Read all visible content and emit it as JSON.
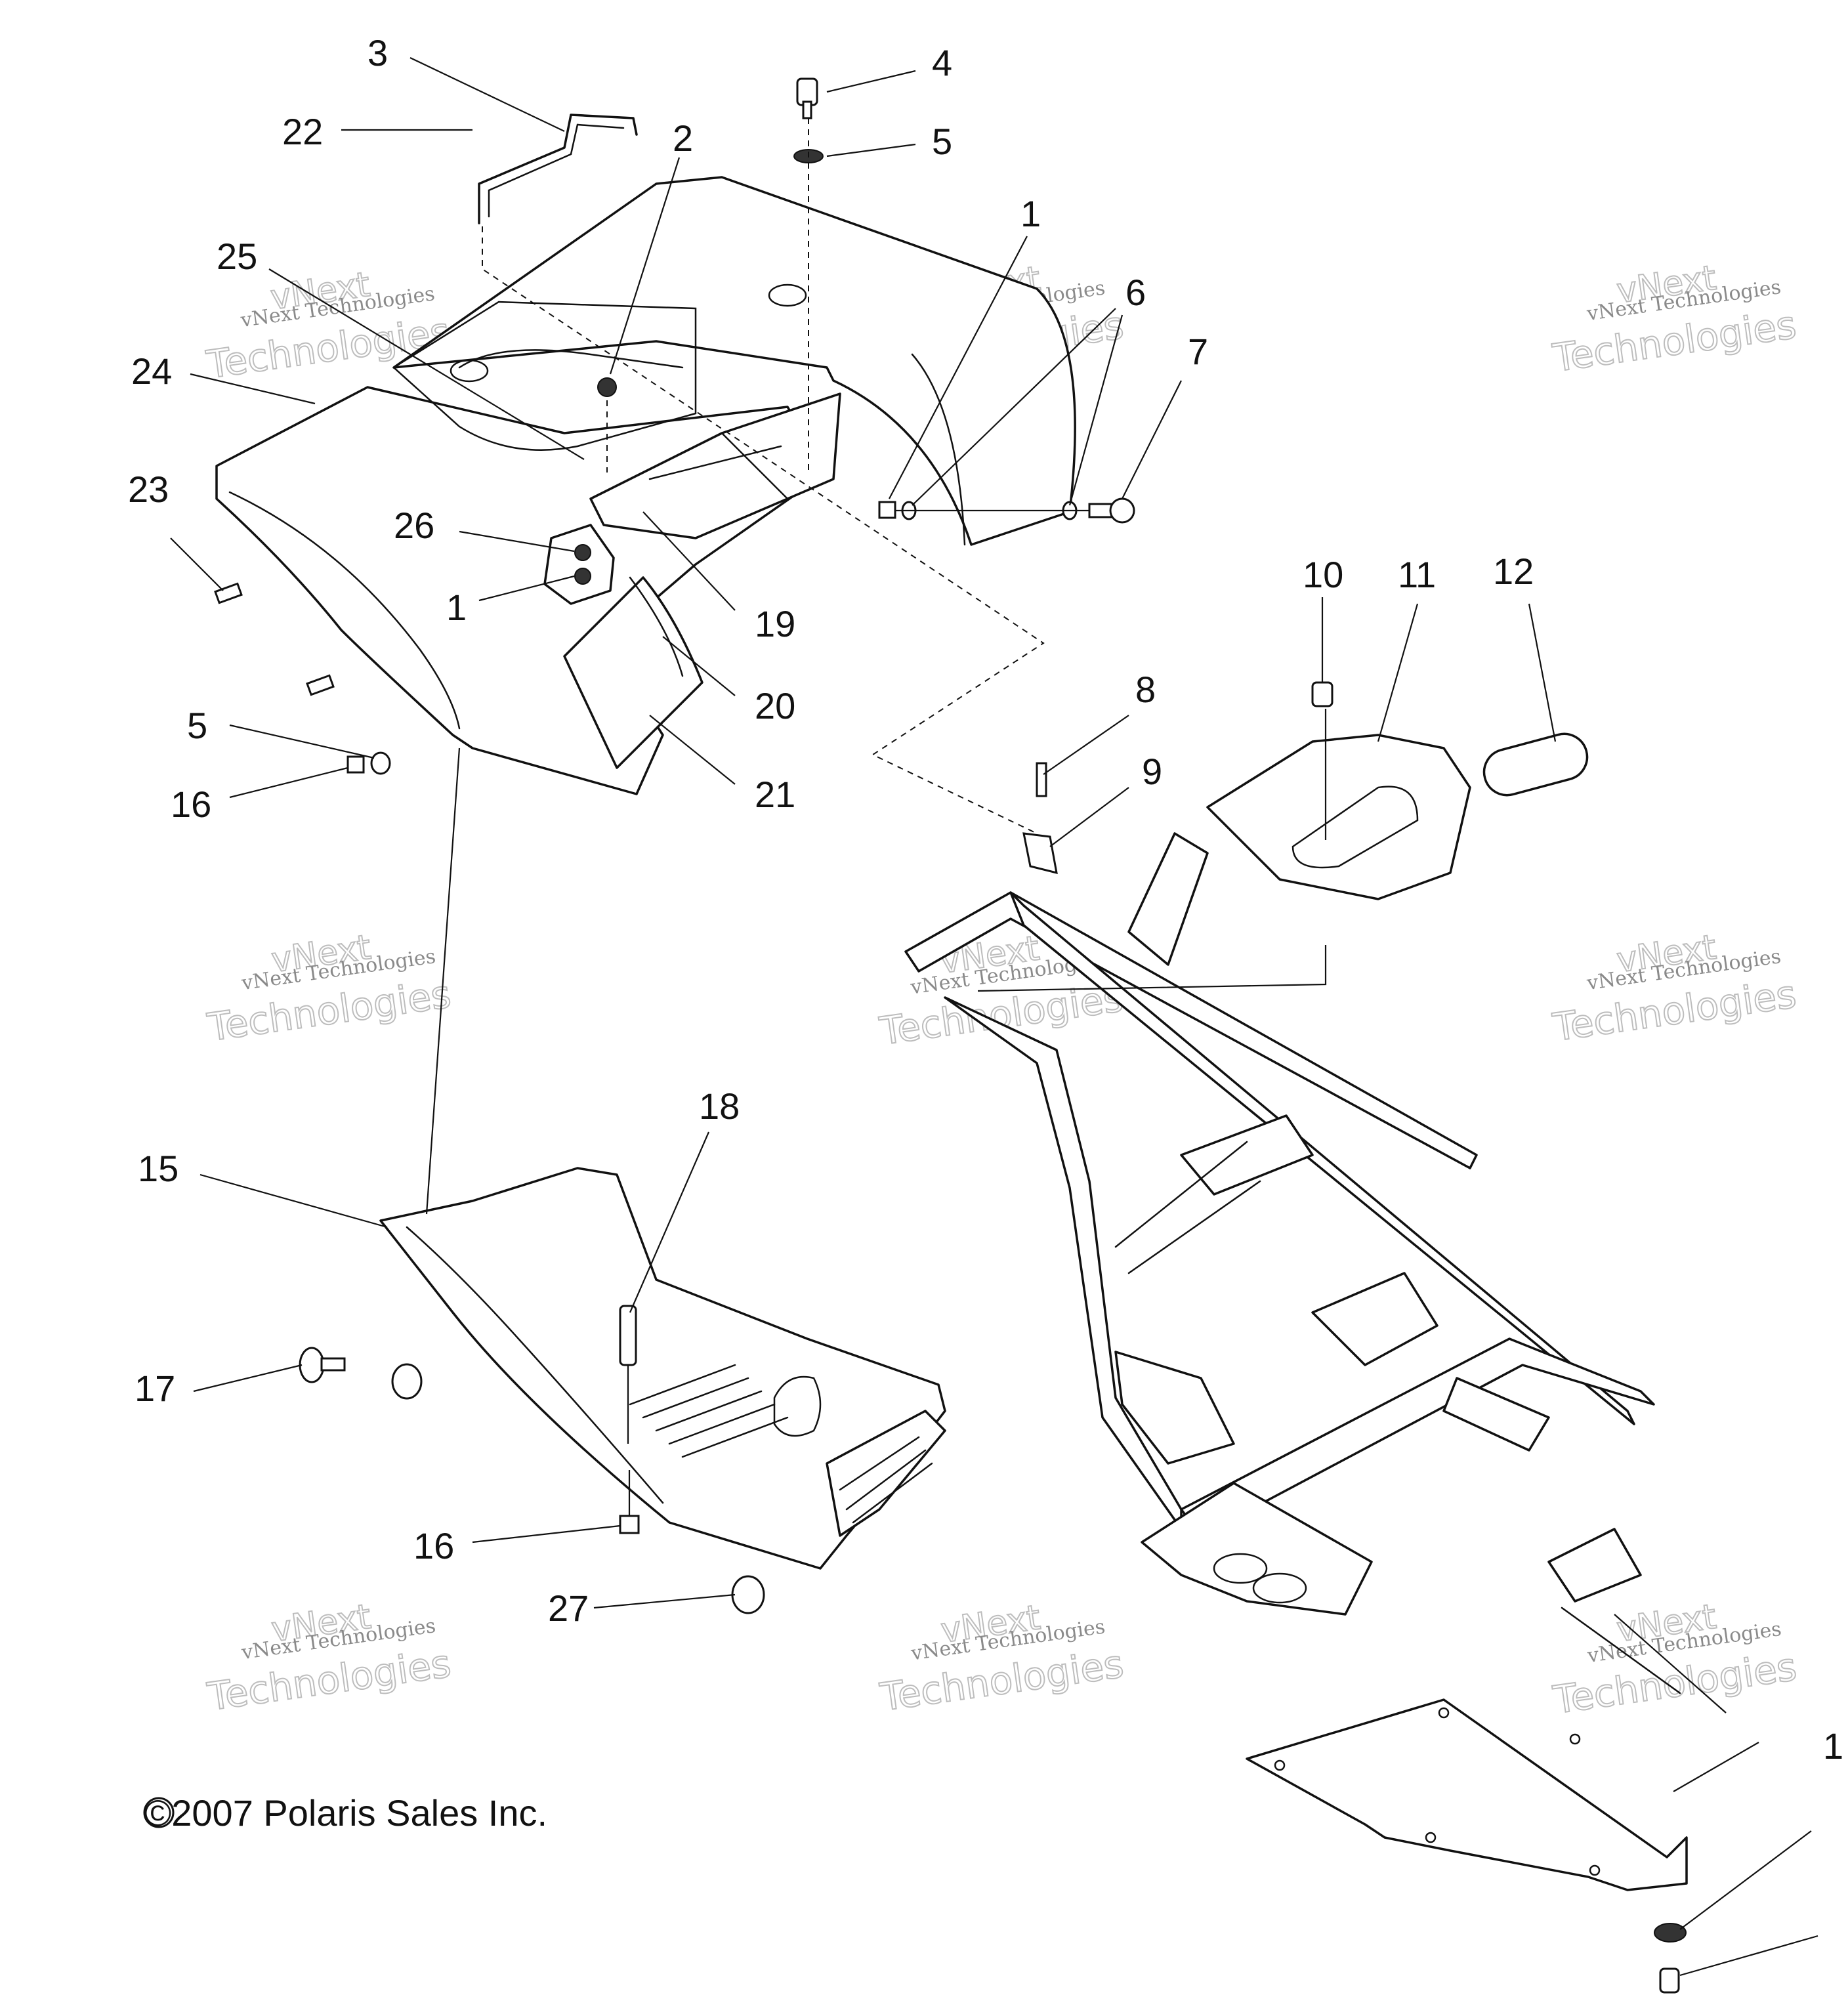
{
  "diagram": {
    "copyright": "©2007 Polaris Sales Inc.",
    "watermark": {
      "small": "vNext Technologies",
      "large": "Technologies",
      "short": "vNext"
    },
    "callouts": [
      {
        "id": "c3",
        "label": "3"
      },
      {
        "id": "c22",
        "label": "22"
      },
      {
        "id": "c2",
        "label": "2"
      },
      {
        "id": "c4",
        "label": "4"
      },
      {
        "id": "c5a",
        "label": "5"
      },
      {
        "id": "c1a",
        "label": "1"
      },
      {
        "id": "c6",
        "label": "6"
      },
      {
        "id": "c7",
        "label": "7"
      },
      {
        "id": "c25",
        "label": "25"
      },
      {
        "id": "c24",
        "label": "24"
      },
      {
        "id": "c23",
        "label": "23"
      },
      {
        "id": "c26",
        "label": "26"
      },
      {
        "id": "c1b",
        "label": "1"
      },
      {
        "id": "c19",
        "label": "19"
      },
      {
        "id": "c20",
        "label": "20"
      },
      {
        "id": "c5b",
        "label": "5"
      },
      {
        "id": "c16a",
        "label": "16"
      },
      {
        "id": "c21",
        "label": "21"
      },
      {
        "id": "c10",
        "label": "10"
      },
      {
        "id": "c11",
        "label": "11"
      },
      {
        "id": "c12",
        "label": "12"
      },
      {
        "id": "c8",
        "label": "8"
      },
      {
        "id": "c9",
        "label": "9"
      },
      {
        "id": "c15",
        "label": "15"
      },
      {
        "id": "c18",
        "label": "18"
      },
      {
        "id": "c17",
        "label": "17"
      },
      {
        "id": "c16b",
        "label": "16"
      },
      {
        "id": "c27",
        "label": "27"
      },
      {
        "id": "c1c",
        "label": "1"
      }
    ]
  }
}
